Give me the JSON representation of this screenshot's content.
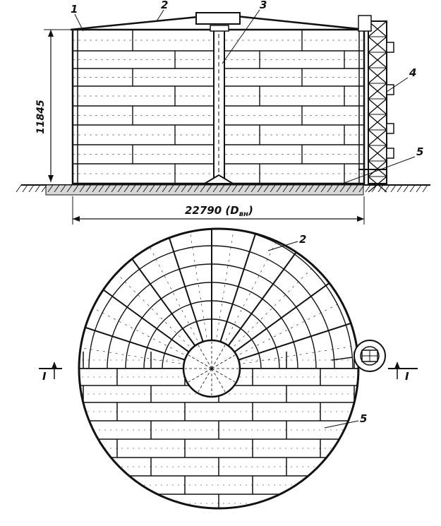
{
  "elevation": {
    "callouts": {
      "shell": "1",
      "roof": "2",
      "column": "3",
      "stair": "4",
      "bottom": "5"
    },
    "height_label": "11845",
    "diameter_label": "22790 (D",
    "diameter_sub": "вн",
    "diameter_close": ")"
  },
  "plan": {
    "callouts": {
      "roof": "2",
      "bottom": "5"
    },
    "section_left": "I",
    "section_right": "I"
  },
  "colors": {
    "ink": "#111111",
    "paper": "#ffffff"
  }
}
